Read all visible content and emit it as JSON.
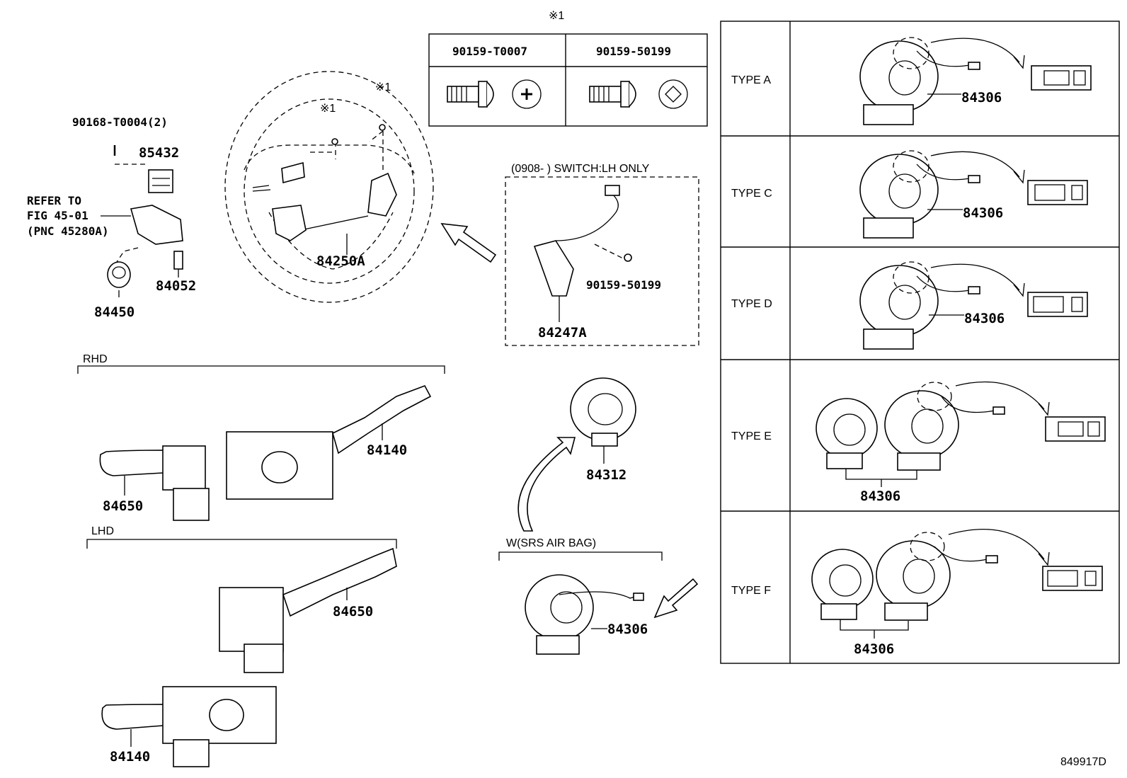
{
  "diagram": {
    "part_numbers": {
      "steering_wheel_switch": "84250A",
      "screw_ref": "90168-T0004(2)",
      "key_unlock_warning": "85432",
      "refer_to": [
        "REFER TO",
        "FIG 45-01",
        "(PNC 45280A)"
      ],
      "ignition_switch": "84450",
      "unlock_warning_switch": "84052",
      "headlamp_switch_rhd": "84140",
      "wiper_switch_rhd": "84650",
      "headlamp_switch_lhd": "84140",
      "wiper_switch_lhd": "84650",
      "spiral_cable_sub": "84312",
      "spiral_cable_srs": "84306",
      "switch_lh": "84247A",
      "switch_lh_screw": "90159-50199"
    },
    "note_mark": "※1",
    "screw_table": {
      "header_mark": "※1",
      "columns": [
        "90159-T0007",
        "90159-50199"
      ]
    },
    "switch_lh_only_label": "(0908-     ) SWITCH:LH ONLY",
    "rhd_label": "RHD",
    "lhd_label": "LHD",
    "srs_label": "W(SRS AIR BAG)",
    "types": [
      {
        "label": "TYPE A",
        "part": "84306"
      },
      {
        "label": "TYPE C",
        "part": "84306"
      },
      {
        "label": "TYPE D",
        "part": "84306"
      },
      {
        "label": "TYPE E",
        "part": "84306"
      },
      {
        "label": "TYPE F",
        "part": "84306"
      }
    ],
    "figure_id": "849917D"
  }
}
